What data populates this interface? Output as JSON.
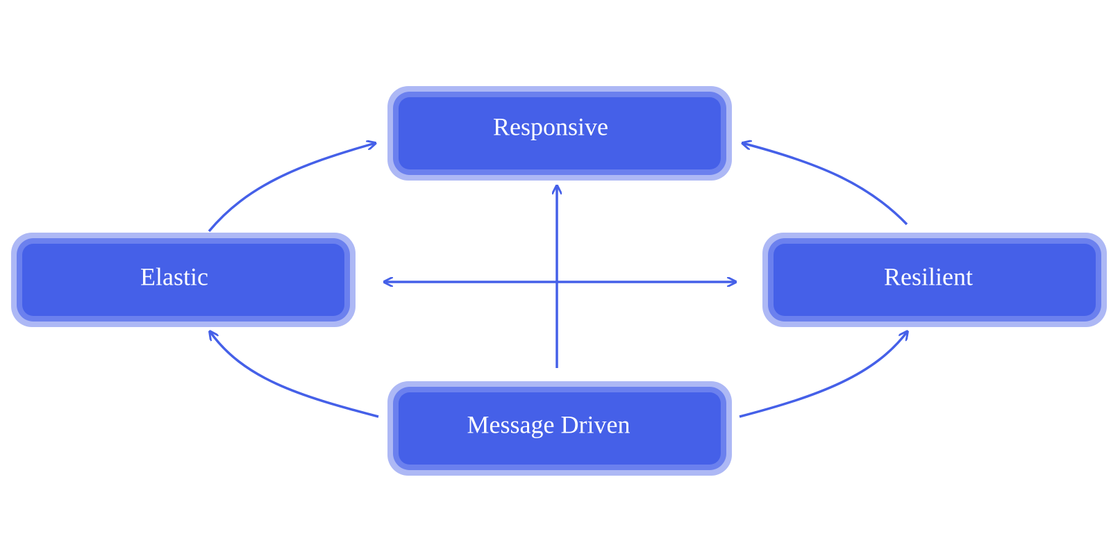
{
  "colors": {
    "accent": "#4560e8",
    "node_fill": "#4560e8",
    "node_border_inner": "#6b80ee",
    "node_border_outer": "#adb8f5",
    "label_color": "#ffffff",
    "background": "#ffffff"
  },
  "nodes": {
    "responsive": {
      "label": "Responsive"
    },
    "elastic": {
      "label": "Elastic"
    },
    "resilient": {
      "label": "Resilient"
    },
    "message_driven": {
      "label": "Message Driven"
    }
  },
  "edges": [
    {
      "from": "Elastic",
      "to": "Responsive"
    },
    {
      "from": "Resilient",
      "to": "Responsive"
    },
    {
      "from": "Message Driven",
      "to": "Responsive"
    },
    {
      "from": "Message Driven",
      "to": "Elastic"
    },
    {
      "from": "Message Driven",
      "to": "Resilient"
    },
    {
      "from": "Elastic",
      "to": "Resilient",
      "bidirectional": true
    }
  ]
}
